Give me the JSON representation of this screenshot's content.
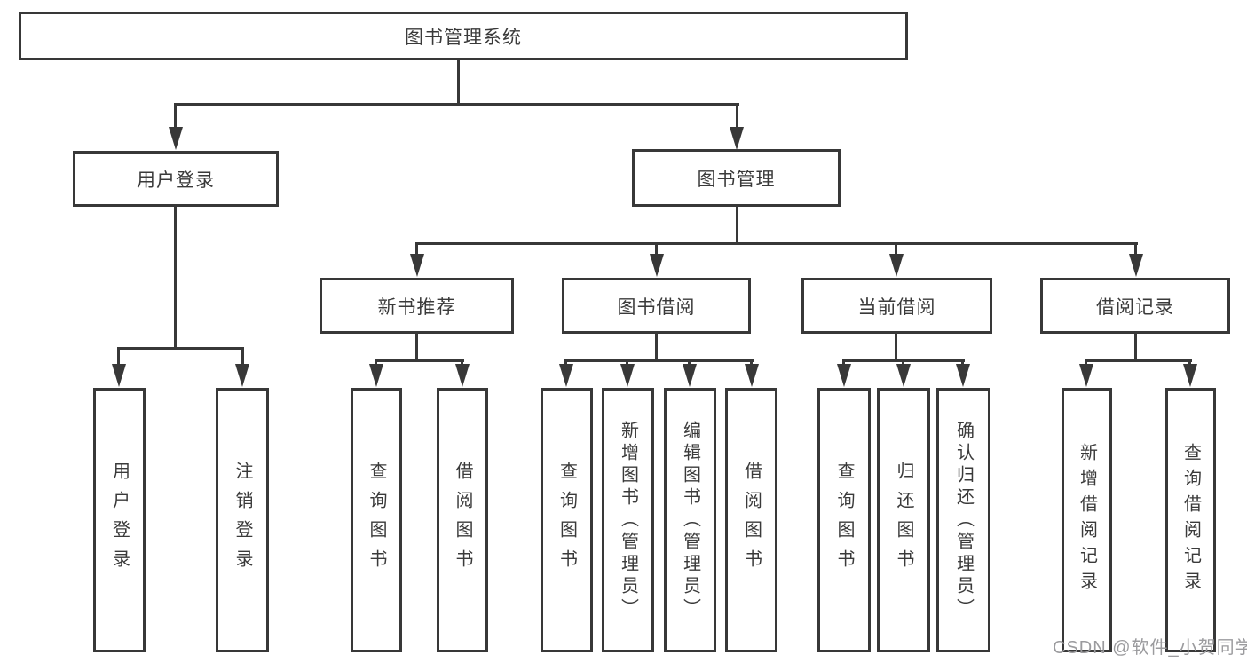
{
  "page": {
    "background": "#ffffff",
    "line_color": "#383838",
    "text_color": "#3a3a3a"
  },
  "watermark": {
    "text": "CSDN @软件_小贺同学",
    "color": "#9b9b9e"
  },
  "tree": {
    "root": {
      "label": "图书管理系统"
    },
    "branches": [
      {
        "label": "用户登录",
        "children": [
          {
            "label": "用户登录"
          },
          {
            "label": "注销登录"
          }
        ]
      },
      {
        "label": "图书管理",
        "children": [
          {
            "label": "新书推荐",
            "children": [
              {
                "label": "查询图书"
              },
              {
                "label": "借阅图书"
              }
            ]
          },
          {
            "label": "图书借阅",
            "children": [
              {
                "label": "查询图书"
              },
              {
                "label": "新增图书（管理员）"
              },
              {
                "label": "编辑图书（管理员）"
              },
              {
                "label": "借阅图书"
              }
            ]
          },
          {
            "label": "当前借阅",
            "children": [
              {
                "label": "查询图书"
              },
              {
                "label": "归还图书"
              },
              {
                "label": "确认归还（管理员）"
              }
            ]
          },
          {
            "label": "借阅记录",
            "children": [
              {
                "label": "新增借阅记录"
              },
              {
                "label": "查询借阅记录"
              }
            ]
          }
        ]
      }
    ]
  }
}
